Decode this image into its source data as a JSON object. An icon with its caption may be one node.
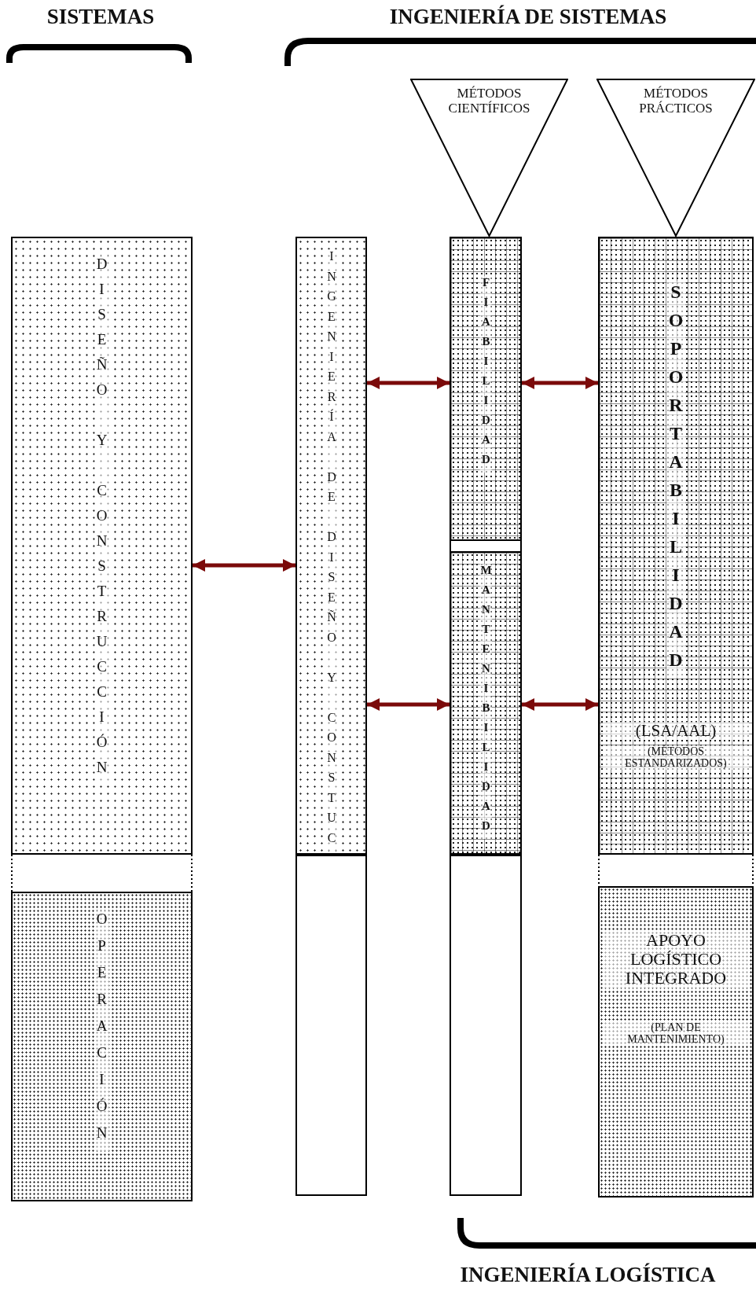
{
  "diagram": {
    "nodes": [
      {
        "text": [
          "DISEÑO Y CONSTRUCCIÓN"
        ]
      },
      {
        "text": [
          "OPERACIÓN"
        ]
      },
      {
        "text": [
          "INGENIERÍA DE DISEÑO Y CONSTUC"
        ]
      },
      {
        "text": [],
        "shape": "box"
      },
      {
        "text": [
          "MÉTODOS CIENTÍFICOS"
        ]
      },
      {
        "text": [
          "FIABILIDAD"
        ]
      },
      {
        "text": [
          "MANTENIBILIDAD"
        ]
      },
      {
        "text": [],
        "shape": "box"
      },
      {
        "text": [
          "MÉTODOS PRÁCTICOS"
        ]
      },
      {
        "text": [
          "SOPORTABILIDAD",
          "(LSA/AAL)",
          "(MÉTODOS ESTANDARIZADOS)"
        ]
      },
      {
        "text": [
          "APOYO LOGÍSTICO INTEGRADO",
          "(PLAN DE MANTENIMIENTO)"
        ]
      }
    ],
    "edges": [
      {
        "from": 0,
        "to": 2,
        "arrow": "both"
      },
      {
        "from": 2,
        "to": 5,
        "arrow": "both"
      },
      {
        "from": 5,
        "to": 9,
        "arrow": "both"
      },
      {
        "from": 2,
        "to": 6,
        "arrow": "both"
      },
      {
        "from": 6,
        "to": 9,
        "arrow": "both"
      }
    ],
    "labels": [
      "SISTEMAS",
      "INGENIERÍA DE SISTEMAS",
      "INGENIERÍA LOGÍSTICA"
    ]
  }
}
